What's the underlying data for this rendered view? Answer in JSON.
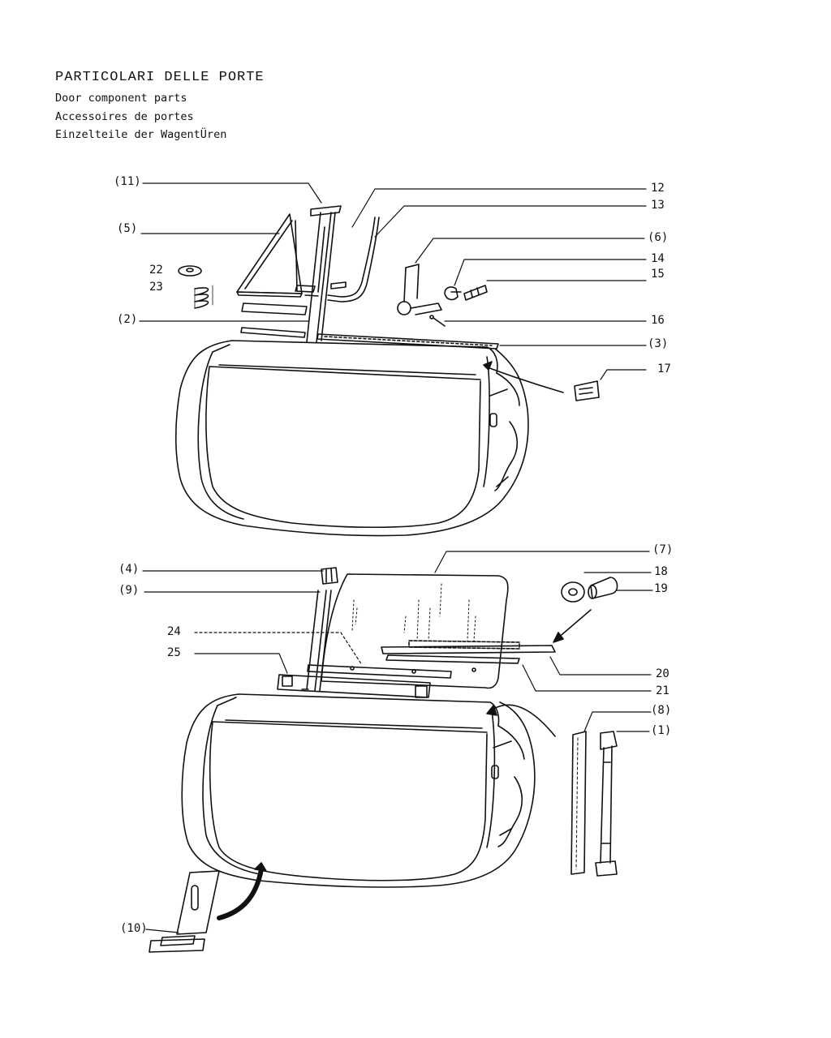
{
  "header": {
    "title": "PARTICOLARI DELLE PORTE",
    "subtitle_en": "Door component parts",
    "subtitle_fr": "Accessoires de portes",
    "subtitle_de": "Einzelteile der WagentÜren"
  },
  "callouts": {
    "c11": "(11)",
    "c5": "(5)",
    "c22": "22",
    "c23": "23",
    "c2": "(2)",
    "c12": "12",
    "c13": "13",
    "c6": "(6)",
    "c14": "14",
    "c15": "15",
    "c16": "16",
    "c3": "(3)",
    "c17": "17",
    "c4": "(4)",
    "c9": "(9)",
    "c24": "24",
    "c25": "25",
    "c7": "(7)",
    "c18": "18",
    "c19": "19",
    "c20": "20",
    "c21": "21",
    "c8": "(8)",
    "c1": "(1)",
    "c10": "(10)"
  }
}
